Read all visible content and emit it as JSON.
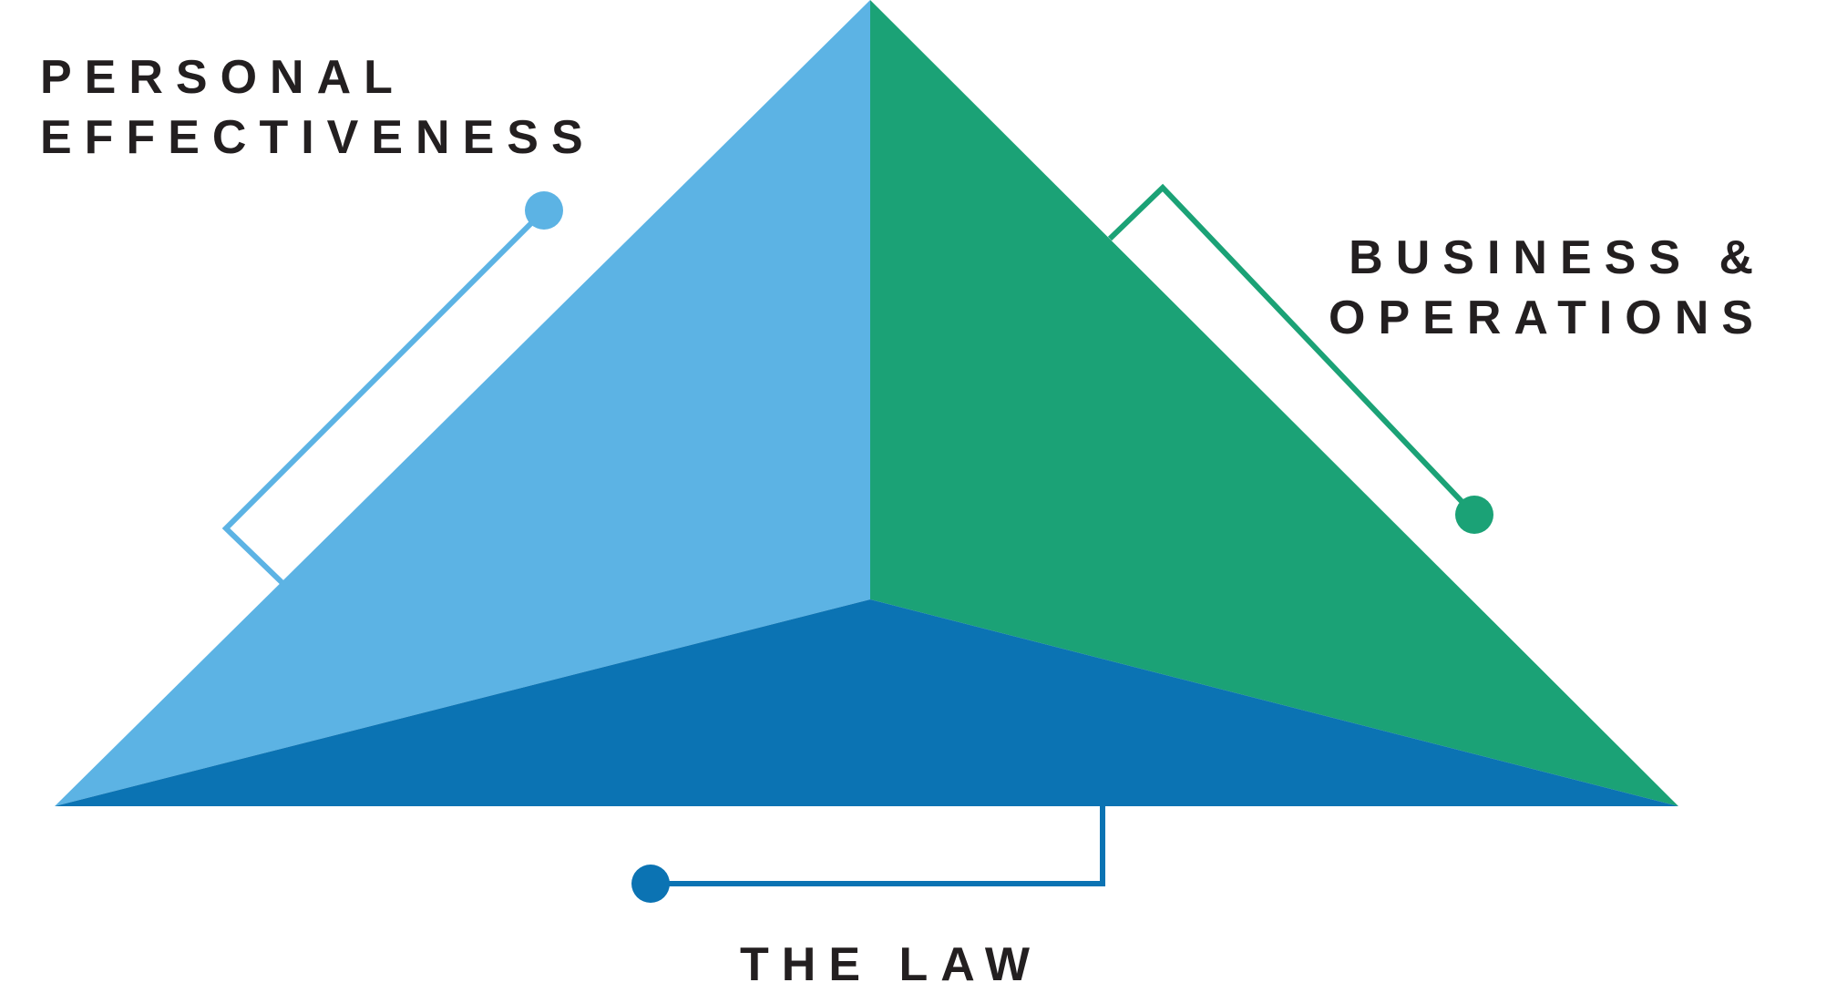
{
  "labels": {
    "personal": {
      "line1": "PERSONAL",
      "line2": "EFFECTIVENESS"
    },
    "business": {
      "line1": "BUSINESS &",
      "line2": "OPERATIONS"
    },
    "law": {
      "line1": "THE LAW"
    }
  },
  "colors": {
    "personal_face": "#5cb3e4",
    "business_face": "#1ba276",
    "law_face": "#0b73b3",
    "text": "#231f20",
    "background": "#ffffff"
  }
}
